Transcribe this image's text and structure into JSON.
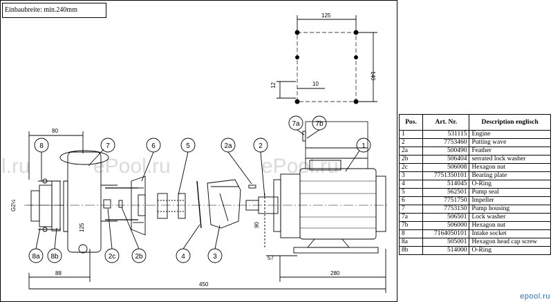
{
  "note": "Einbaubreite: min.240mm",
  "watermark": "ePool.ru",
  "watermark_partial": "l.ru",
  "logo": "epool.ru",
  "dimensions": {
    "d80": "80",
    "d88": "88",
    "d450": "450",
    "d280": "280",
    "d57": "57",
    "d90": "90",
    "d125v": "125",
    "d125": "125",
    "d140": "140",
    "d12": "12",
    "d10": "10",
    "g": "G2½"
  },
  "callouts": {
    "c8": "8",
    "c7": "7",
    "c6": "6",
    "c5": "5",
    "c2a": "2a",
    "c2": "2",
    "c1": "1",
    "c7a": "7a",
    "c7b": "7b",
    "c8a": "8a",
    "c8b": "8b",
    "c2c": "2c",
    "c2b": "2b",
    "c4": "4",
    "c3": "3"
  },
  "table": {
    "headers": [
      "Pos.",
      "Art. Nr.",
      "Description englisch"
    ],
    "rows": [
      {
        "pos": "1",
        "art": "531115",
        "desc": "Engine"
      },
      {
        "pos": "2",
        "art": "7753460",
        "desc": "Putting wave"
      },
      {
        "pos": "2a",
        "art": "500490",
        "desc": "Feather"
      },
      {
        "pos": "2b",
        "art": "506404",
        "desc": "serrated lock washer"
      },
      {
        "pos": "2c",
        "art": "506008",
        "desc": "Hexagon nut"
      },
      {
        "pos": "3",
        "art": "7751350101",
        "desc": "Bearing plate"
      },
      {
        "pos": "4",
        "art": "514045",
        "desc": "O-Ring"
      },
      {
        "pos": "5",
        "art": "562501",
        "desc": "Pump seal"
      },
      {
        "pos": "6",
        "art": "7751750",
        "desc": "Impeller"
      },
      {
        "pos": "7",
        "art": "7753150",
        "desc": "Pump housing"
      },
      {
        "pos": "7a",
        "art": "506501",
        "desc": "Lock washer"
      },
      {
        "pos": "7b",
        "art": "506000",
        "desc": "Hexagon nut"
      },
      {
        "pos": "8",
        "art": "7164050101",
        "desc": "Intake socket"
      },
      {
        "pos": "8a",
        "art": "505001",
        "desc": "Hexagon head cap screw"
      },
      {
        "pos": "8b",
        "art": "514000",
        "desc": "O-Ring"
      }
    ]
  }
}
